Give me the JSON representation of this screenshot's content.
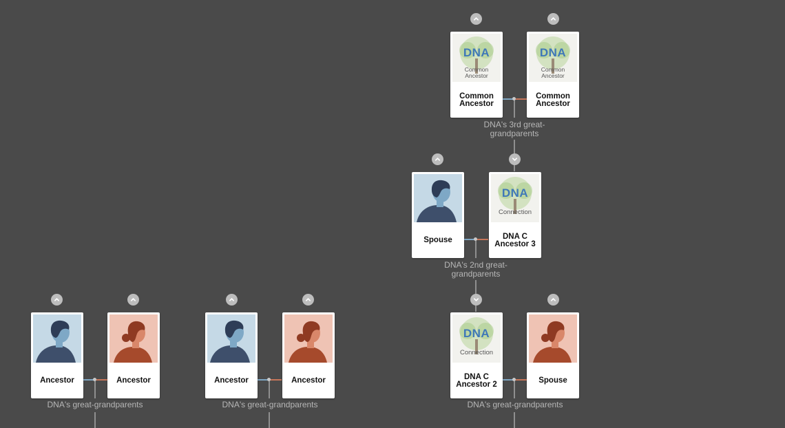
{
  "cards": {
    "ca1": {
      "name_l1": "Common",
      "name_l2": "Ancestor",
      "sub_l1": "Common",
      "sub_l2": "Ancestor"
    },
    "ca2": {
      "name_l1": "Common",
      "name_l2": "Ancestor",
      "sub_l1": "Common",
      "sub_l2": "Ancestor"
    },
    "spouse_mid": {
      "name": "Spouse"
    },
    "dna3": {
      "name_l1": "DNA C",
      "name_l2": "Ancestor 3",
      "sub": "Connection"
    },
    "dna2": {
      "name_l1": "DNA C",
      "name_l2": "Ancestor 2",
      "sub": "Connection"
    },
    "spouse_low": {
      "name": "Spouse"
    },
    "a1": {
      "name": "Ancestor"
    },
    "a2": {
      "name": "Ancestor"
    },
    "a3": {
      "name": "Ancestor"
    },
    "a4": {
      "name": "Ancestor"
    }
  },
  "dna_logo_text": "DNA",
  "labels": {
    "third_l1": "DNA's 3rd great-",
    "third_l2": "grandparents",
    "second_l1": "DNA's 2nd great-",
    "second_l2": "grandparents",
    "great_left": "DNA's great-grandparents",
    "great_mid": "DNA's great-grandparents",
    "great_right": "DNA's great-grandparents"
  },
  "colors": {
    "background": "#4a4a4a",
    "male_bg": "#c5d9e6",
    "female_bg": "#efc3b4",
    "toggle": "#bdbdbd",
    "label": "#b7b7b7"
  },
  "icons": {
    "expand": "chevron-up-icon",
    "collapse": "chevron-down-icon",
    "dna_logo": "dna-tree-logo-icon",
    "male": "male-silhouette-icon",
    "female": "female-silhouette-icon"
  }
}
